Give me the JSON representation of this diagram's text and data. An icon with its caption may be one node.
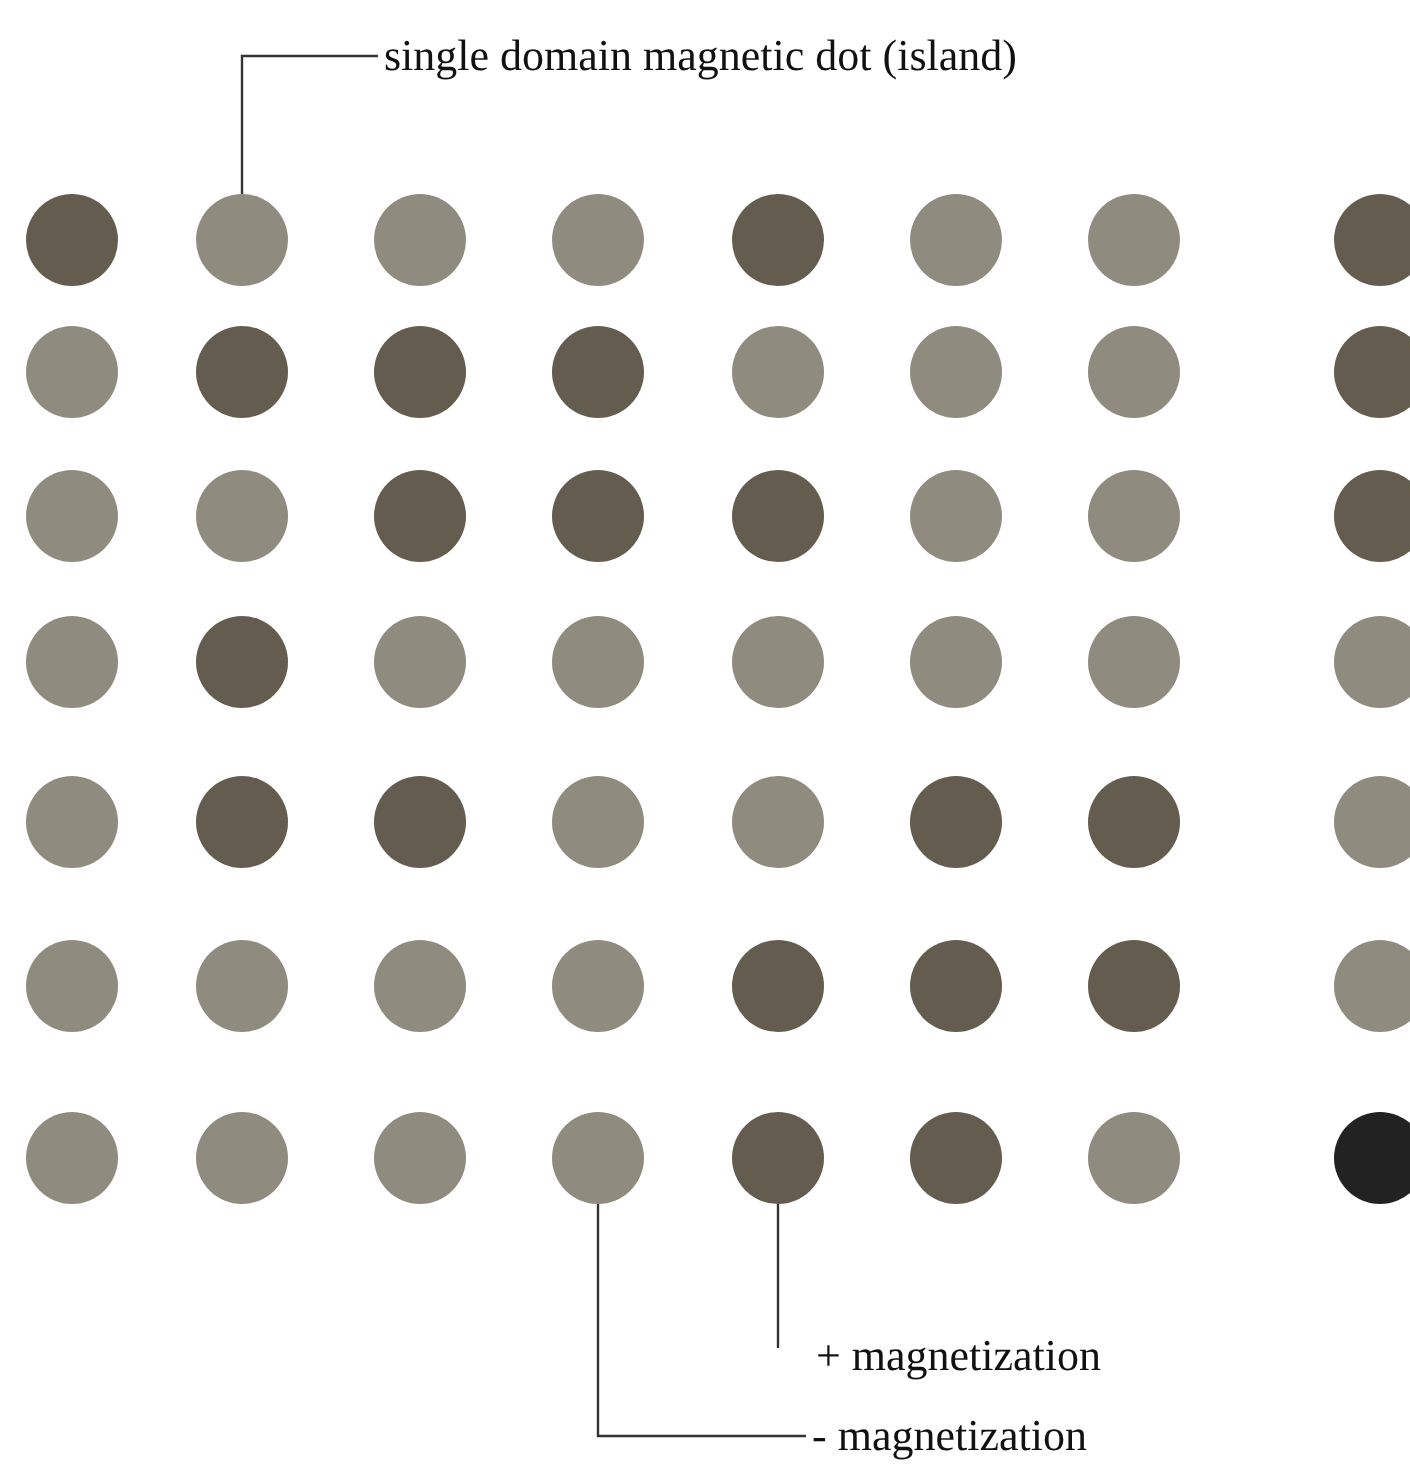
{
  "diagram": {
    "nodes": [
      {
        "text": [
          "single domain magnetic dot (island)"
        ]
      },
      {
        "text": [],
        "shape": "circle"
      },
      {
        "text": [
          "+ magnetization"
        ]
      },
      {
        "text": [],
        "shape": "circle"
      },
      {
        "text": [
          "- magnetization"
        ]
      },
      {
        "text": [],
        "shape": "circle"
      }
    ],
    "edges": [
      {
        "from": 0,
        "to": 1,
        "arrow": "none"
      },
      {
        "from": 2,
        "to": 3,
        "arrow": "none"
      },
      {
        "from": 4,
        "to": 5,
        "arrow": "none"
      }
    ]
  }
}
